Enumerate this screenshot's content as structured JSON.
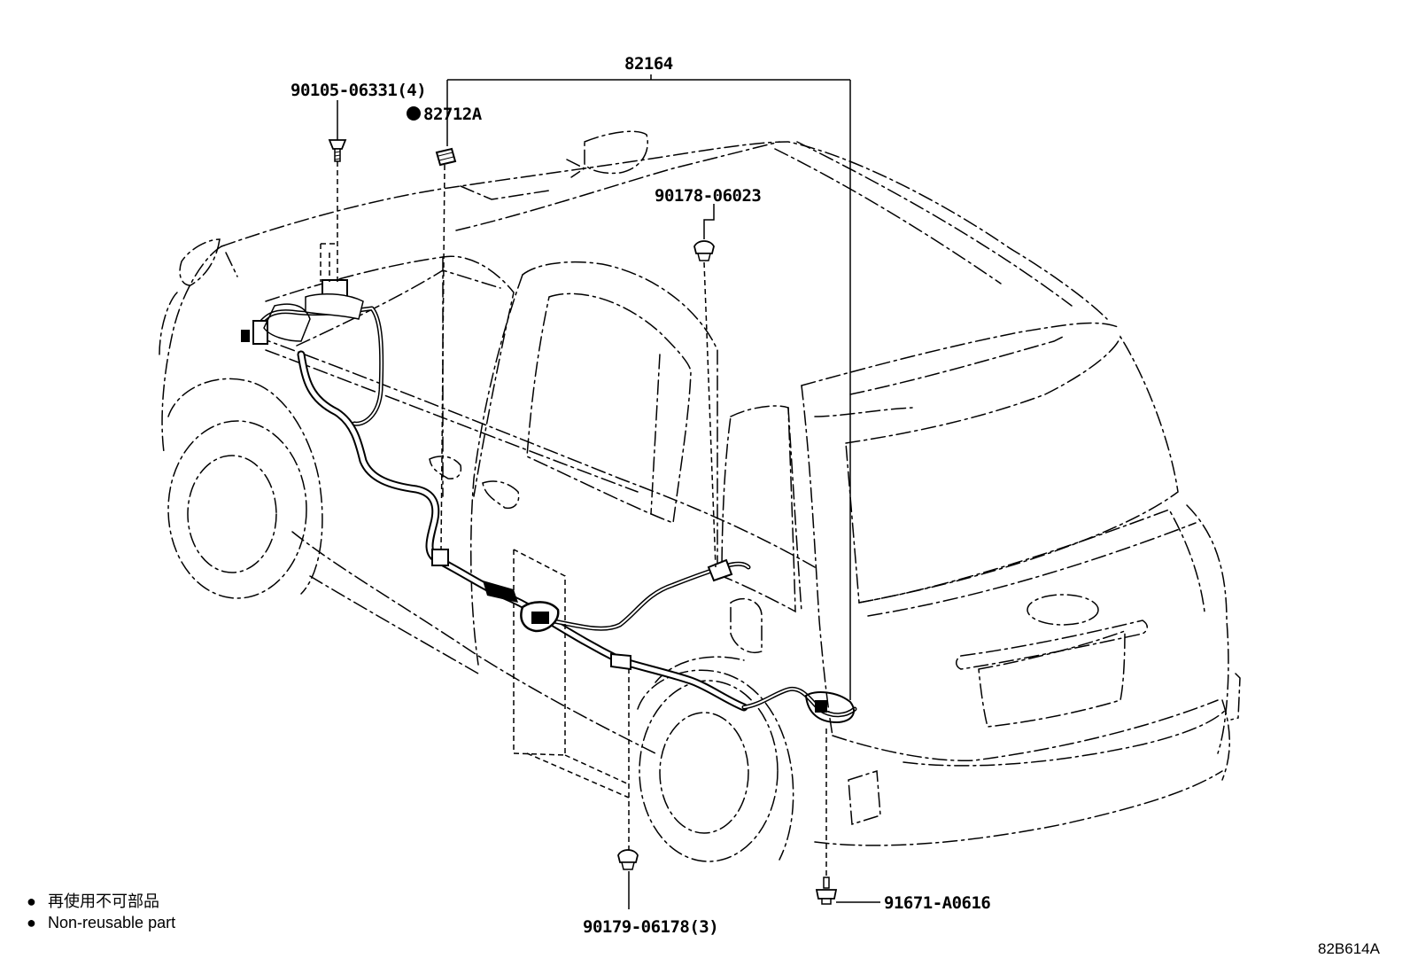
{
  "parts": {
    "harness_assembly": "82164",
    "clamp_front": "90105-06331(4)",
    "connector": "82712A",
    "clip_rear_pillar": "90178-06023",
    "clip_floor": "90179-06178(3)",
    "bolt_rear": "91671-A0616"
  },
  "legend": {
    "symbol": "●",
    "japanese": "再使用不可部品",
    "english": "Non-reusable part"
  },
  "diagram_code": "82B614A"
}
